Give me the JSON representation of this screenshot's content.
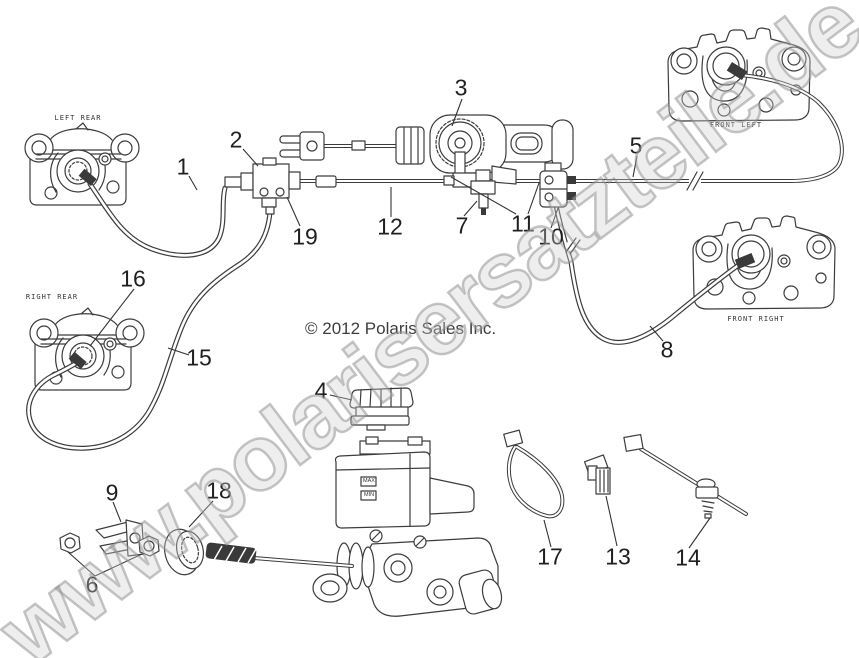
{
  "watermark": {
    "text": "www.polarisersatzteile.de"
  },
  "copyright": "© 2012 Polaris Sales Inc.",
  "captions": {
    "left_rear": "LEFT REAR",
    "right_rear": "RIGHT REAR",
    "front_left": "FRONT LEFT",
    "front_right": "FRONT RIGHT"
  },
  "reservoir": {
    "max": "MAX",
    "min": "MIN"
  },
  "callouts": [
    {
      "label": "1"
    },
    {
      "label": "2"
    },
    {
      "label": "3"
    },
    {
      "label": "4"
    },
    {
      "label": "5"
    },
    {
      "label": "6"
    },
    {
      "label": "7"
    },
    {
      "label": "8"
    },
    {
      "label": "9"
    },
    {
      "label": "10"
    },
    {
      "label": "11"
    },
    {
      "label": "12"
    },
    {
      "label": "13"
    },
    {
      "label": "14"
    },
    {
      "label": "15"
    },
    {
      "label": "16"
    },
    {
      "label": "17"
    },
    {
      "label": "18"
    },
    {
      "label": "19"
    }
  ]
}
